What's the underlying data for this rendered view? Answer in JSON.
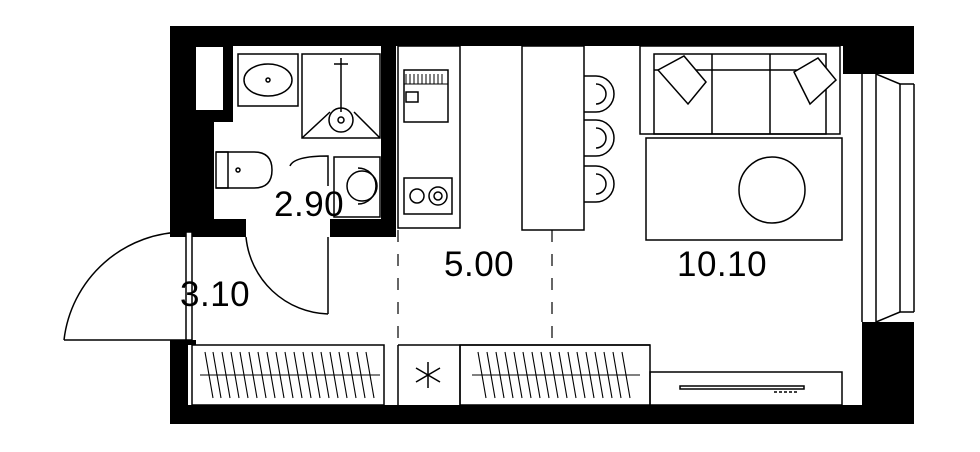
{
  "floor_plan": {
    "rooms": [
      {
        "id": "bathroom",
        "area": "2.90"
      },
      {
        "id": "hallway",
        "area": "3.10"
      },
      {
        "id": "kitchen",
        "area": "5.00"
      },
      {
        "id": "living",
        "area": "10.10"
      }
    ]
  },
  "colors": {
    "wall": "#000000",
    "line": "#000000",
    "background": "#ffffff"
  }
}
